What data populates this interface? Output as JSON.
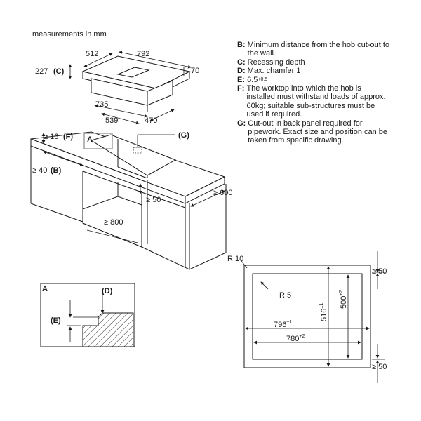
{
  "units_caption": "measurements in mm",
  "hob_dims": {
    "w512": "512",
    "w792": "792",
    "h227": "227",
    "c_label": "(C)",
    "h70": "70",
    "d735": "735",
    "d539": "539",
    "d470": "470"
  },
  "worktop_dims": {
    "f16": "≥ 16",
    "f_label": "(F)",
    "b40": "≥ 40",
    "b_label": "(B)",
    "g_label": "(G)",
    "a_label": "A",
    "d50": "≥ 50",
    "d600": "≥ 600",
    "w800": "≥ 800"
  },
  "detail": {
    "a_label": "A",
    "d_label": "(D)",
    "e_label": "(E)"
  },
  "cutout": {
    "r10": "R 10",
    "r5": "R 5",
    "w796": "796",
    "w796_tol": "±1",
    "w780": "780",
    "w780_tol": "+2",
    "h516": "516",
    "h516_tol": "±1",
    "h500": "500",
    "h500_tol": "+2",
    "gap_top": "≥ 50",
    "gap_bottom": "≥ 50"
  },
  "notes": [
    {
      "key": "B:",
      "text": "Minimum distance from the hob cut-out to the wall."
    },
    {
      "key": "C:",
      "text": "Recessing depth"
    },
    {
      "key": "D:",
      "text": "Max. chamfer 1"
    },
    {
      "key": "E:",
      "text": "6.5",
      "sup": "+0.5"
    },
    {
      "key": "F:",
      "text": "The worktop into which the hob is installed must withstand loads of approx. 60kg; suitable sub-structures must be used if required."
    },
    {
      "key": "G:",
      "text": "Cut-out in back panel required for pipework. Exact size and position can be taken from specific drawing."
    }
  ]
}
